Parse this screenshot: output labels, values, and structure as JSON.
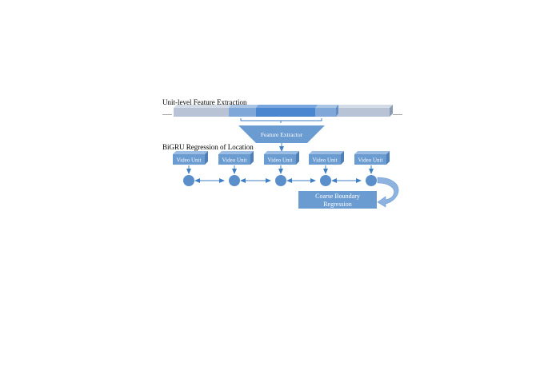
{
  "sections": {
    "feature_extraction_title": "Unit-level Feature Extraction",
    "bigru_title": "BiGRU Regression of Location"
  },
  "timeline": {
    "left_ellipsis": "......",
    "right_ellipsis": "......"
  },
  "extractor": {
    "label": "Feature Extractor"
  },
  "video_units": [
    {
      "label": "Video Unit"
    },
    {
      "label": "Video Unit"
    },
    {
      "label": "Video Unit"
    },
    {
      "label": "Video Unit"
    },
    {
      "label": "Video Unit"
    }
  ],
  "regression": {
    "line1": "Coarse Boundary",
    "line2": "Regression"
  },
  "colors": {
    "bar_grey": "#b8c4d6",
    "bar_grey_top": "#d3dbe6",
    "bar_grey_side": "#8c9bb1",
    "highlight_light": "#7fa8d8",
    "highlight_dark": "#4a86d0",
    "box_blue": "#6a9bd1",
    "box_blue_top": "#9bbde3",
    "box_blue_side": "#4f7fb7",
    "node_blue": "#5b8fcc",
    "arrow_blue": "#3f7fc6",
    "text_white": "#ffffff",
    "text_black": "#000000"
  }
}
